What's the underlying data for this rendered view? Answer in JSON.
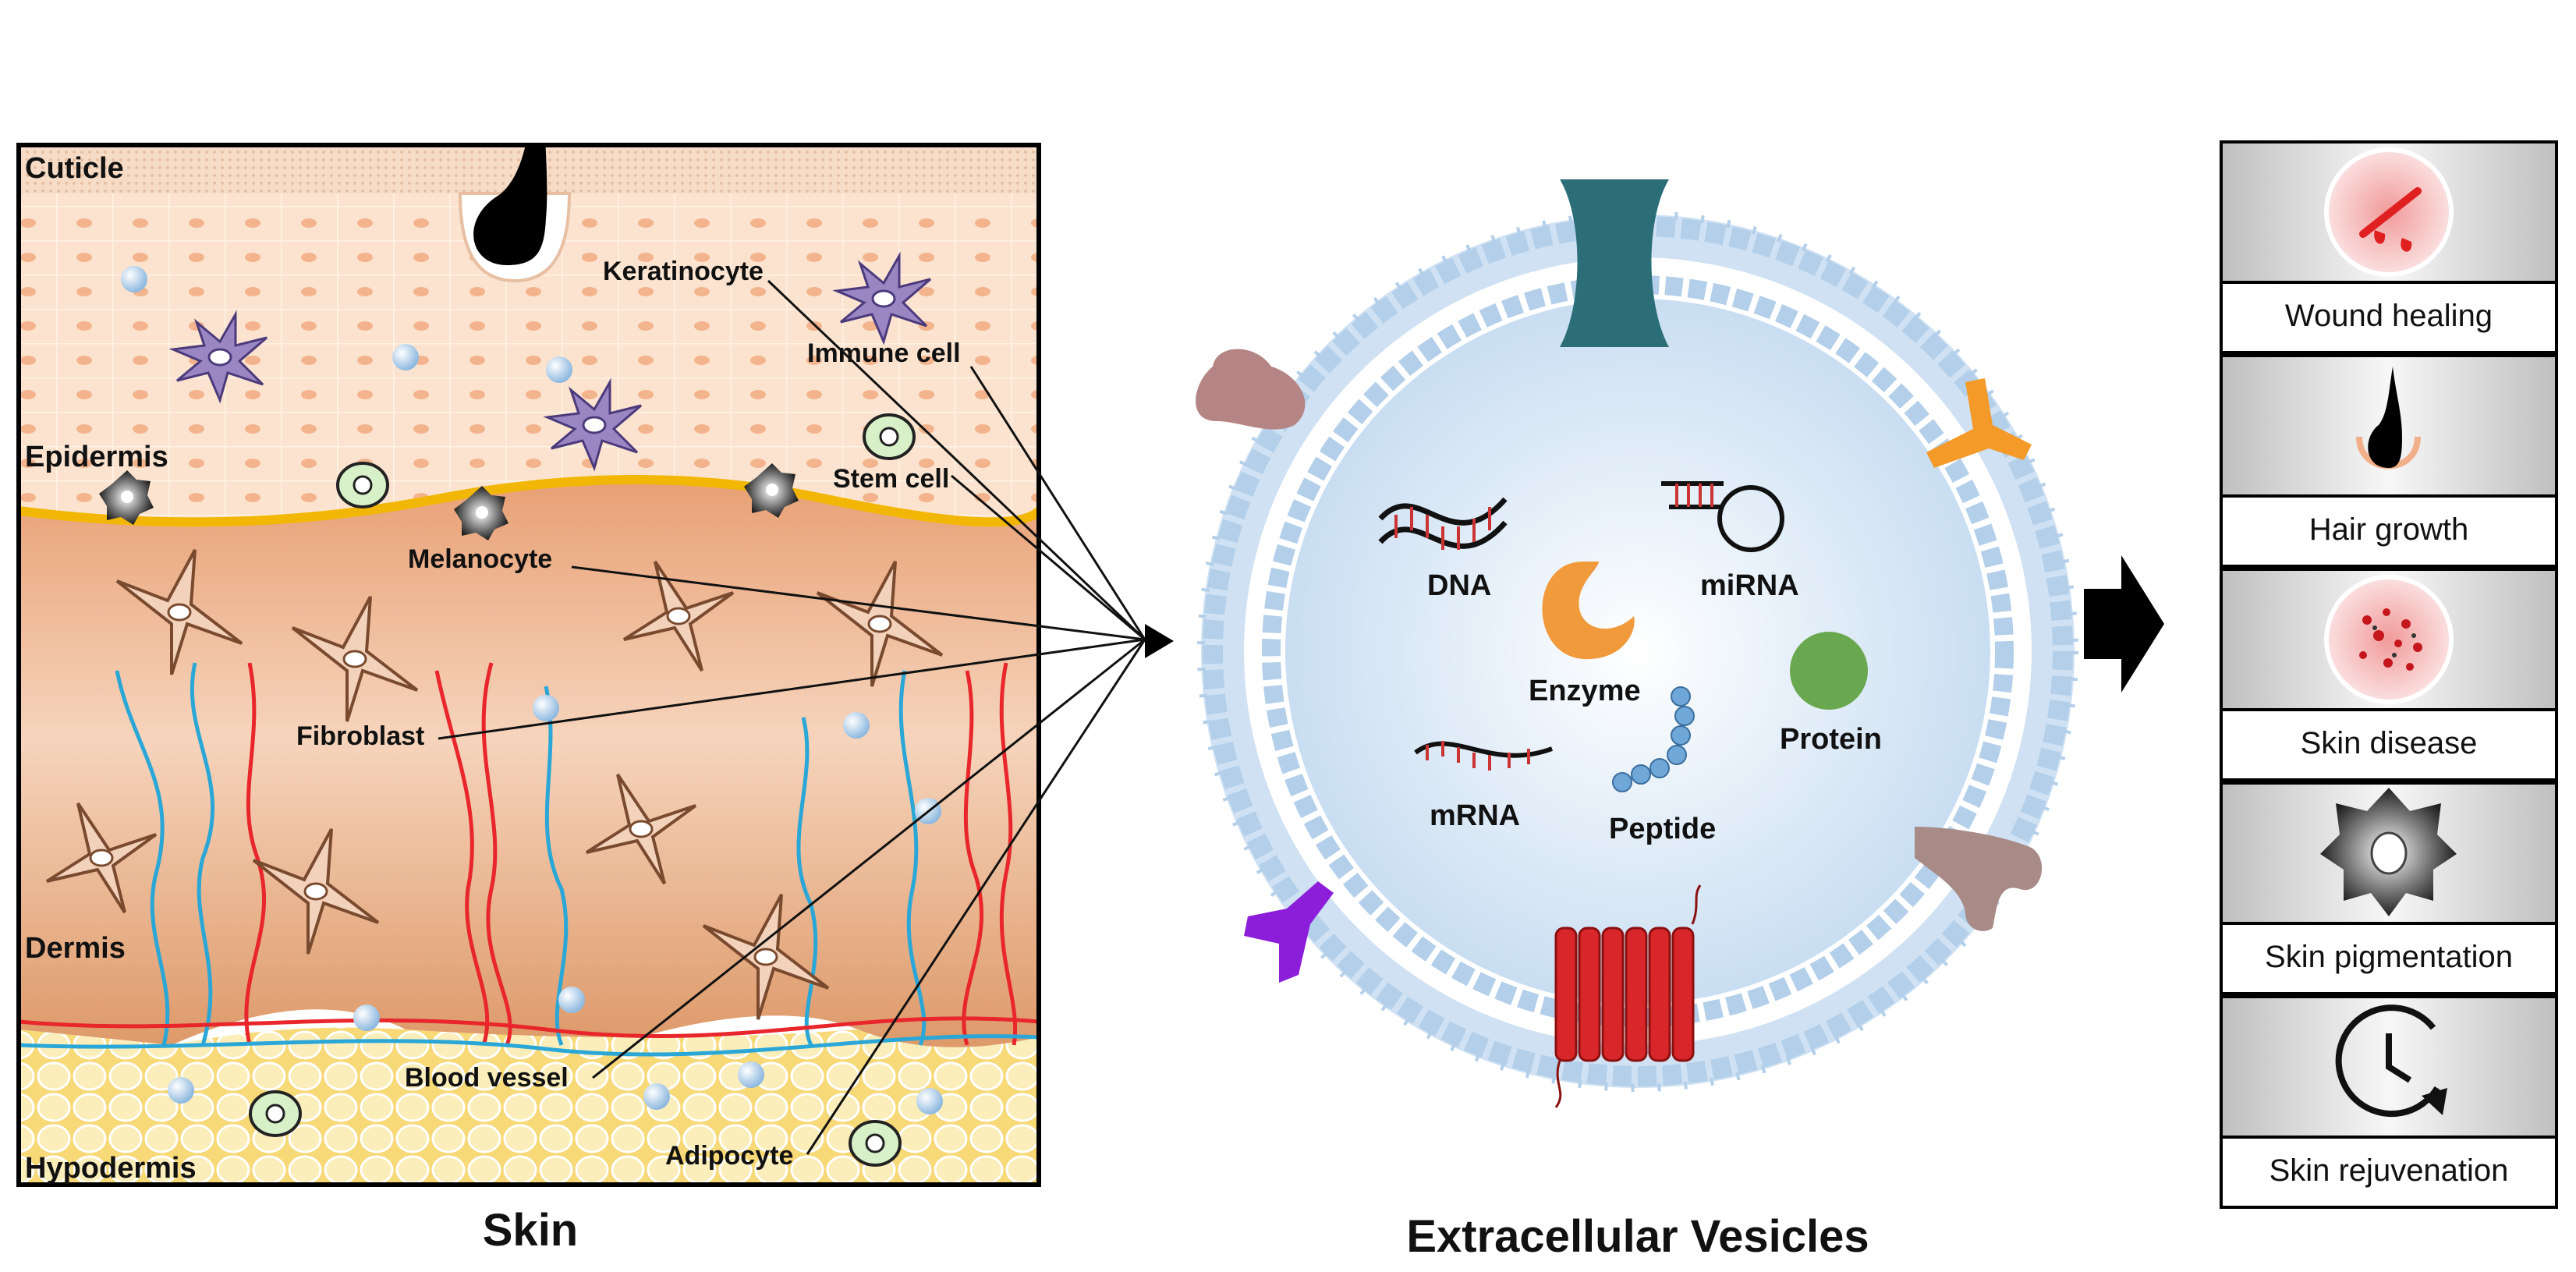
{
  "skin": {
    "title": "Skin",
    "layers": {
      "cuticle": "Cuticle",
      "epidermis": "Epidermis",
      "dermis": "Dermis",
      "hypodermis": "Hypodermis"
    },
    "cells": {
      "keratinocyte": "Keratinocyte",
      "immune": "Immune cell",
      "stem": "Stem cell",
      "melanocyte": "Melanocyte",
      "fibroblast": "Fibroblast",
      "blood_vessel": "Blood vessel",
      "adipocyte": "Adipocyte"
    }
  },
  "vesicle": {
    "title": "Extracellular Vesicles",
    "cargo": {
      "dna": "DNA",
      "mirna": "miRNA",
      "enzyme": "Enzyme",
      "protein": "Protein",
      "mrna": "mRNA",
      "peptide": "Peptide"
    }
  },
  "applications": {
    "items": [
      {
        "label": "Wound healing"
      },
      {
        "label": "Hair growth"
      },
      {
        "label": "Skin disease"
      },
      {
        "label": "Skin pigmentation"
      },
      {
        "label": "Skin rejuvenation"
      }
    ]
  },
  "colors": {
    "epidermis": "#fbe3cf",
    "dermis": "#e9a679",
    "hypodermis": "#f8e49a",
    "basal_line": "#f2b705",
    "vessel_red": "#e8262b",
    "vessel_blue": "#2aa7d6",
    "membrane": "#b9d5ee"
  }
}
